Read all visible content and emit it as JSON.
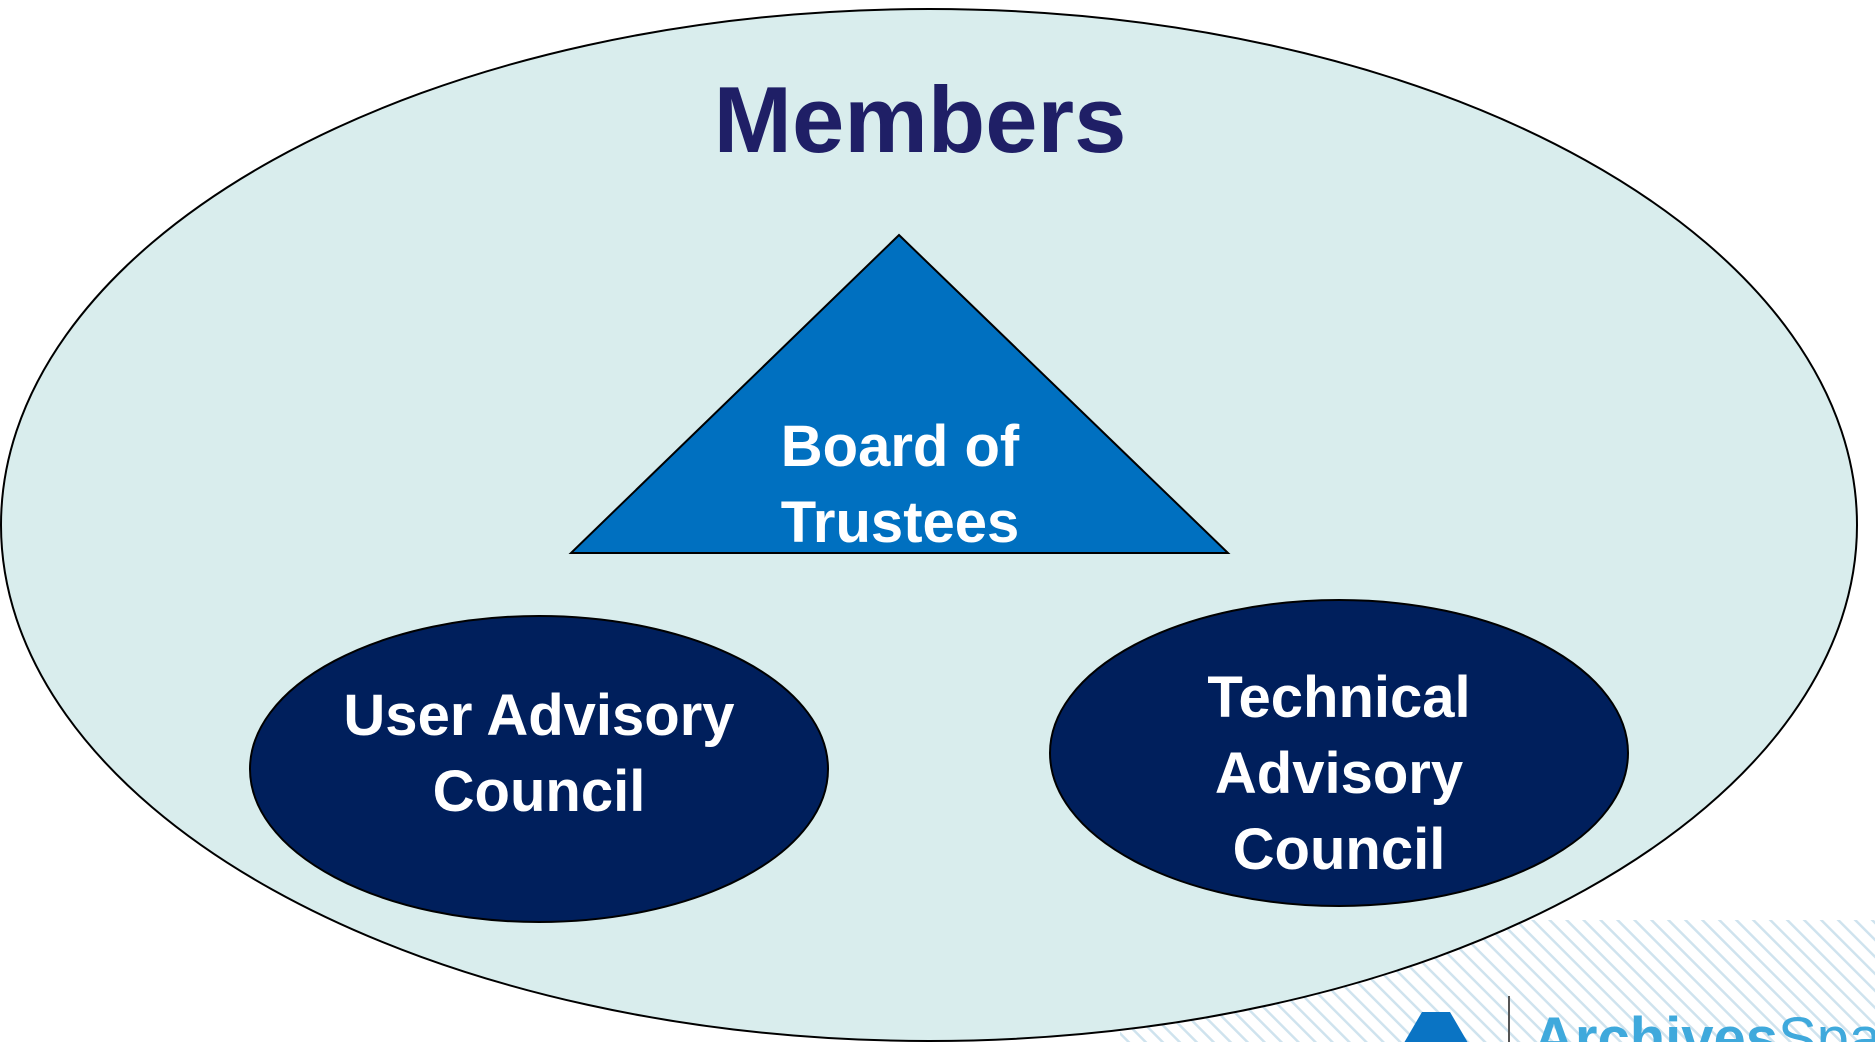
{
  "diagram": {
    "title": "Members",
    "board": {
      "line1": "Board of",
      "line2": "Trustees"
    },
    "user_council": {
      "line1": "User Advisory",
      "line2": "Council"
    },
    "technical_council": {
      "line1": "Technical",
      "line2": "Advisory",
      "line3": "Council"
    }
  },
  "logo": {
    "word_bold": "Archives",
    "word_light": "Space"
  },
  "colors": {
    "outer_ellipse_fill": "#d9eded",
    "title": "#1f1f66",
    "board_triangle": "#0070c0",
    "council_ellipse": "#001f5c",
    "node_text": "#ffffff",
    "logo_mark": "#0a74c4",
    "logo_text": "#3fa9dc",
    "stripe": "#cfe3ee"
  }
}
